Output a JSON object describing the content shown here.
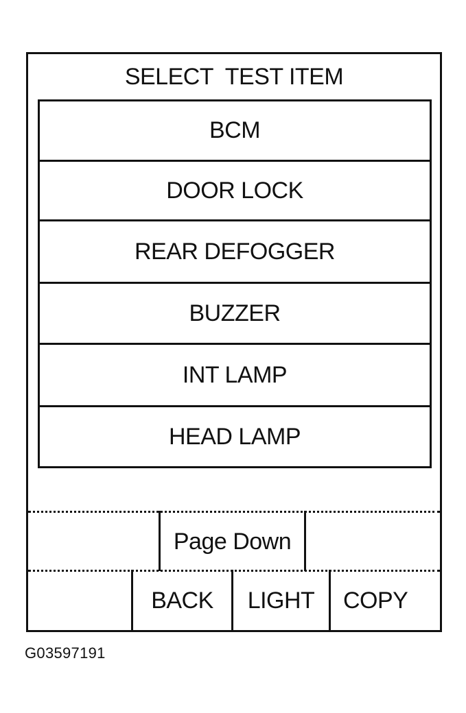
{
  "screen": {
    "title": "SELECT  TEST ITEM",
    "items": [
      {
        "label": "BCM"
      },
      {
        "label": "DOOR LOCK"
      },
      {
        "label": "REAR DEFOGGER"
      },
      {
        "label": "BUZZER"
      },
      {
        "label": "INT LAMP"
      },
      {
        "label": "HEAD LAMP"
      }
    ],
    "page_down_label": "Page Down",
    "softkeys": {
      "back": "BACK",
      "light": "LIGHT",
      "copy": "COPY"
    }
  },
  "figure_id": "G03597191"
}
